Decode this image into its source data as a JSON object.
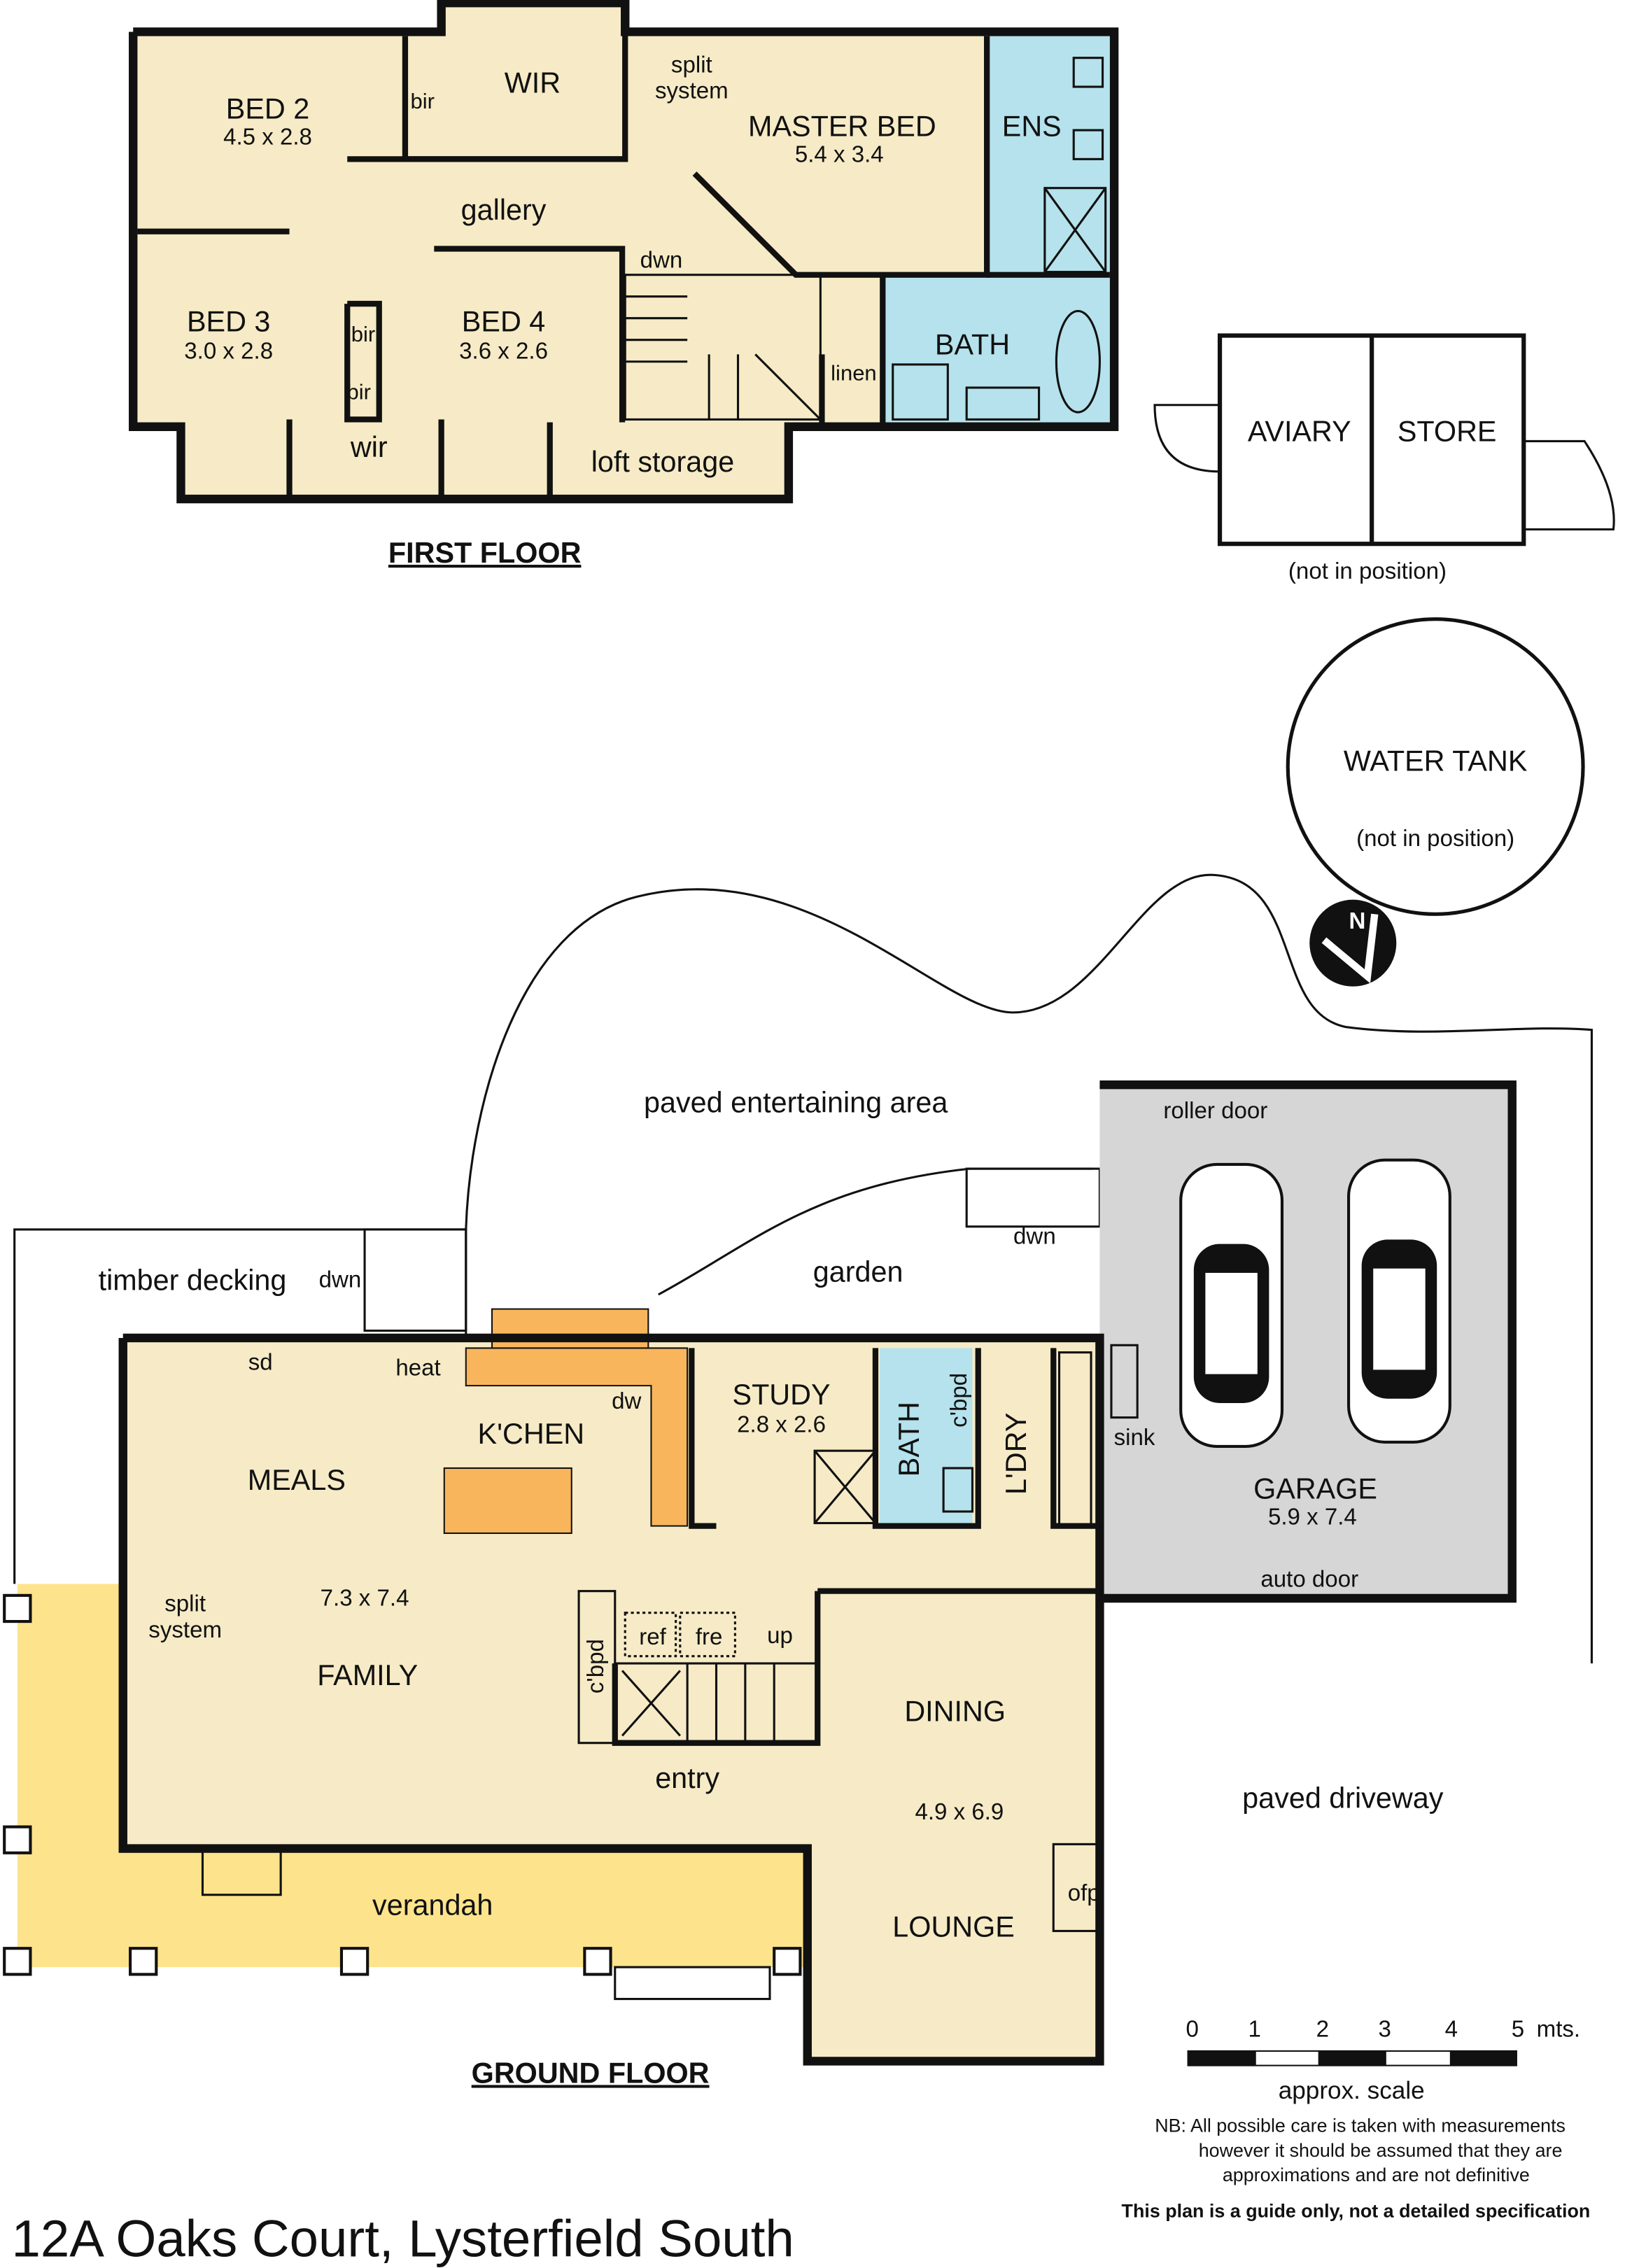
{
  "colors": {
    "living": "#f6ebc6",
    "wet": "#b5e2ec",
    "kitchen": "#f8b55c",
    "garage": "#d6d6d6",
    "verandah": "#fde48c",
    "wall": "#111111"
  },
  "first_floor": {
    "heading": "FIRST FLOOR",
    "bed2": {
      "name": "BED 2",
      "dim": "4.5 x 2.8"
    },
    "bir1": "bir",
    "wir_upper": "WIR",
    "split_system": [
      "split",
      "system"
    ],
    "master": {
      "name": "MASTER BED",
      "dim": "5.4 x 3.4"
    },
    "ens": "ENS",
    "gallery": "gallery",
    "dwn": "dwn",
    "bed3": {
      "name": "BED 3",
      "dim": "3.0 x 2.8"
    },
    "bir2": "bir",
    "bir3": "bir",
    "bed4": {
      "name": "BED 4",
      "dim": "3.6 x 2.6"
    },
    "wir_lower": "wir",
    "loft": "loft storage",
    "linen": "linen",
    "bath": "BATH"
  },
  "outbuildings": {
    "aviary": "AVIARY",
    "store": "STORE",
    "aviary_note": "(not in position)",
    "water_tank": "WATER TANK",
    "tank_note": "(not in position)"
  },
  "ground_floor": {
    "heading": "GROUND FLOOR",
    "paved_entertaining": "paved entertaining area",
    "garden": "garden",
    "timber_decking": "timber decking",
    "deck_dwn": "dwn",
    "sd": "sd",
    "heat": "heat",
    "dw": "dw",
    "kitchen": "K'CHEN",
    "meals": "MEALS",
    "family_dim": "7.3 x 7.4",
    "family": "FAMILY",
    "split_system": [
      "split",
      "system"
    ],
    "study": {
      "name": "STUDY",
      "dim": "2.8 x 2.6"
    },
    "bath": "BATH",
    "cbpd1": "c'bpd",
    "cbpd2": "c'bpd",
    "ldry": "L'DRY",
    "ref": "ref",
    "fre": "fre",
    "up": "up",
    "entry": "entry",
    "dining": "DINING",
    "dining_dim": "4.9 x 6.9",
    "lounge": "LOUNGE",
    "ofp": "ofp",
    "verandah": "verandah",
    "garage_dwn": "dwn",
    "roller_door": "roller door",
    "sink": "sink",
    "garage": {
      "name": "GARAGE",
      "dim": "5.9 x 7.4"
    },
    "auto_door": "auto door",
    "paved_driveway": "paved driveway"
  },
  "north_arrow": "N",
  "scale": {
    "ticks": [
      "0",
      "1",
      "2",
      "3",
      "4",
      "5"
    ],
    "unit": "mts.",
    "label": "approx. scale"
  },
  "notes": {
    "nb": [
      "NB:  All possible care is taken with measurements",
      "however it should be assumed that they are",
      "approximations and are not definitive"
    ],
    "disclaimer": "This plan is a guide only, not a detailed specification"
  },
  "address": "12A Oaks Court, Lysterfield South"
}
